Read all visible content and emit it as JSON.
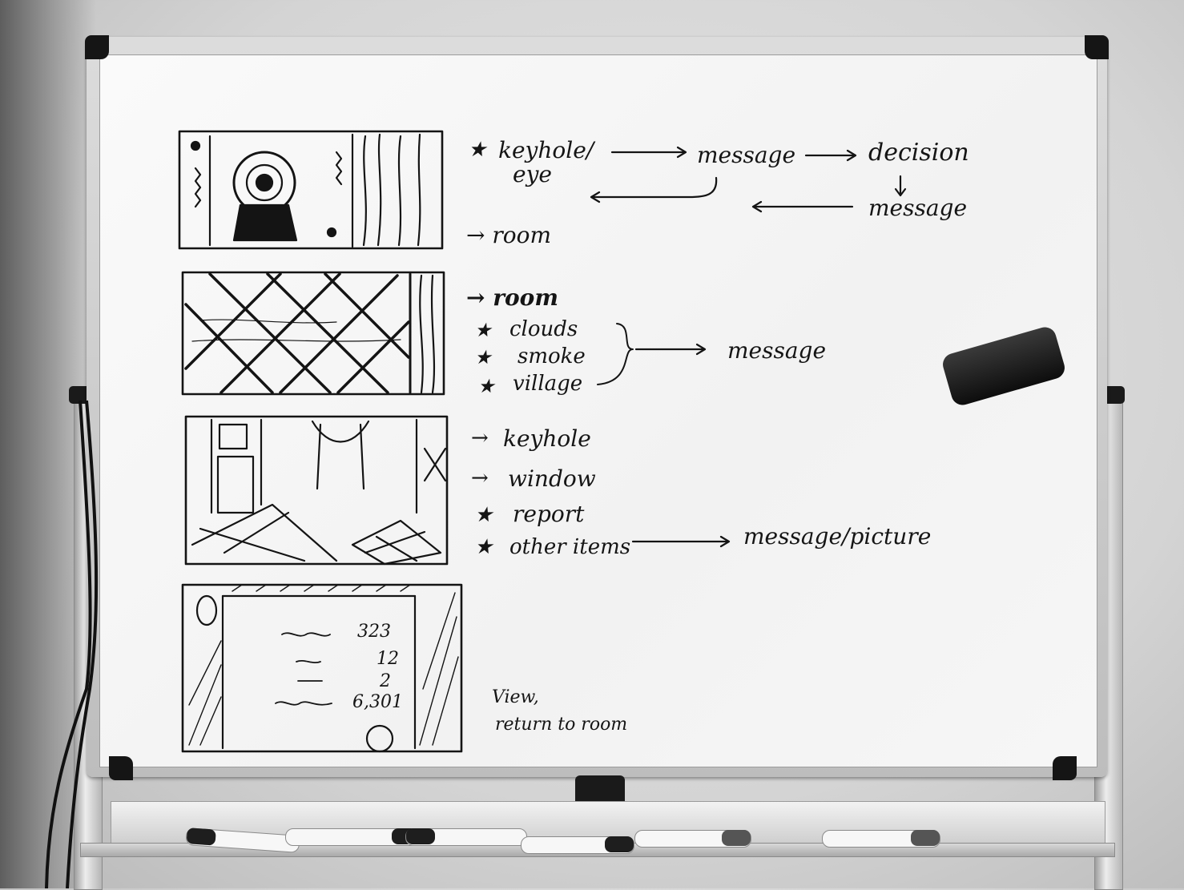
{
  "panel1": {
    "lines": [
      {
        "bullet": "★",
        "text": "keyhole/"
      },
      {
        "text": "eye"
      }
    ],
    "flow": [
      "message",
      "decision",
      "message"
    ],
    "room_link": "→ room"
  },
  "panel2": {
    "room": "→ room",
    "items": [
      {
        "bullet": "★",
        "text": "clouds"
      },
      {
        "bullet": "★",
        "text": "smoke"
      },
      {
        "bullet": "★",
        "text": "village"
      }
    ],
    "target": "message"
  },
  "panel3": {
    "items": [
      {
        "bullet": "→",
        "text": "keyhole"
      },
      {
        "bullet": "→",
        "text": "window"
      },
      {
        "bullet": "★",
        "text": "report"
      },
      {
        "bullet": "★",
        "text": "other items"
      }
    ],
    "target": "message/picture"
  },
  "panel4": {
    "numbers": [
      "323",
      "12",
      "2",
      "6,301"
    ],
    "note_line1": "View,",
    "note_line2": "return to room"
  }
}
